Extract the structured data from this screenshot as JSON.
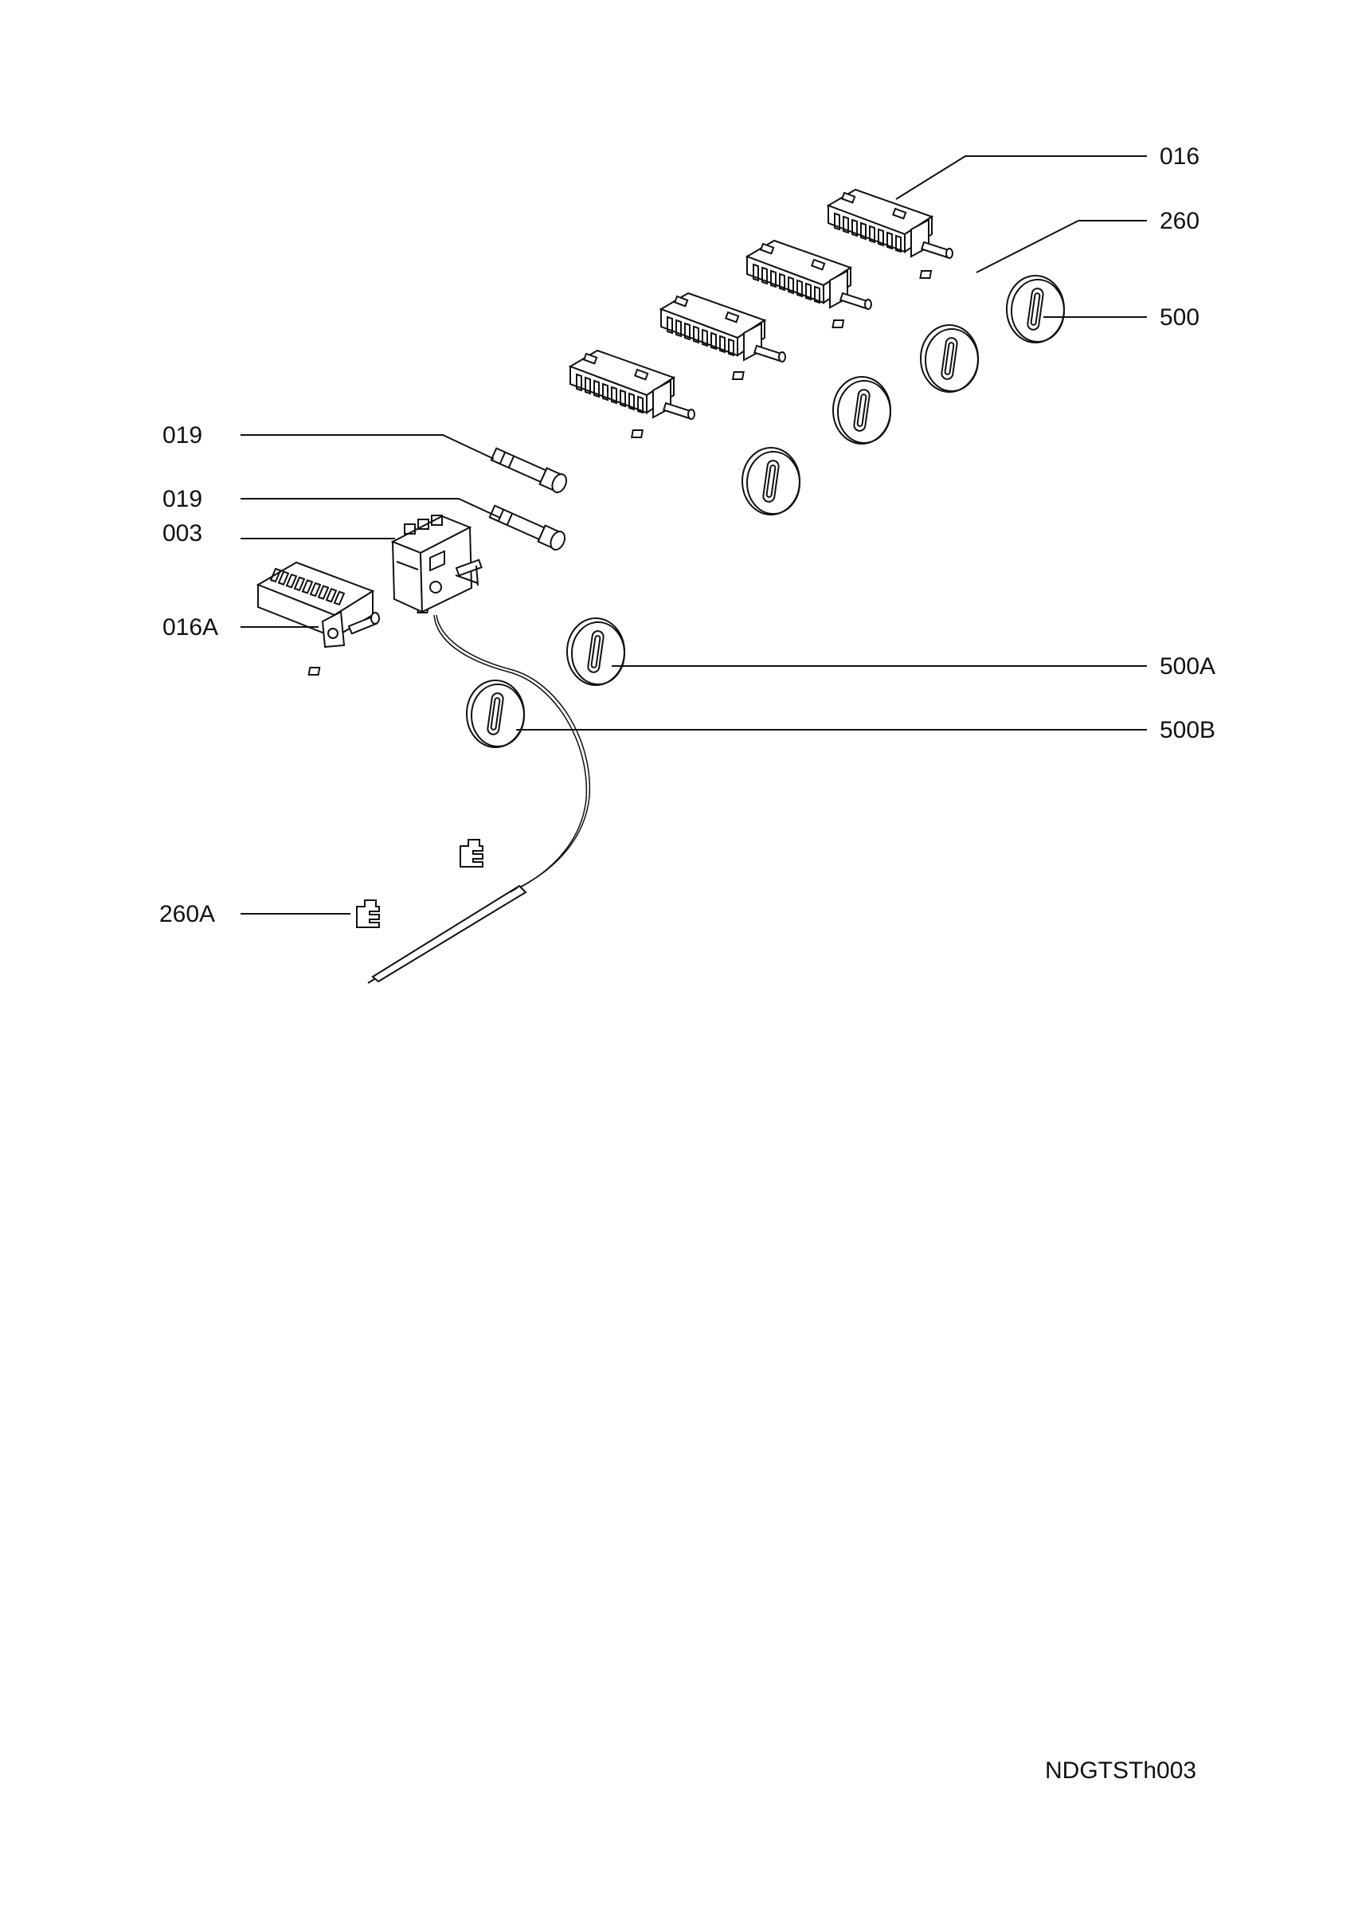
{
  "labels": {
    "l016": "016",
    "l260": "260",
    "l500": "500",
    "l019a": "019",
    "l019b": "019",
    "l003": "003",
    "l016A": "016A",
    "l500A": "500A",
    "l500B": "500B",
    "l260A": "260A"
  },
  "drawing_code": "NDGTSTh003"
}
